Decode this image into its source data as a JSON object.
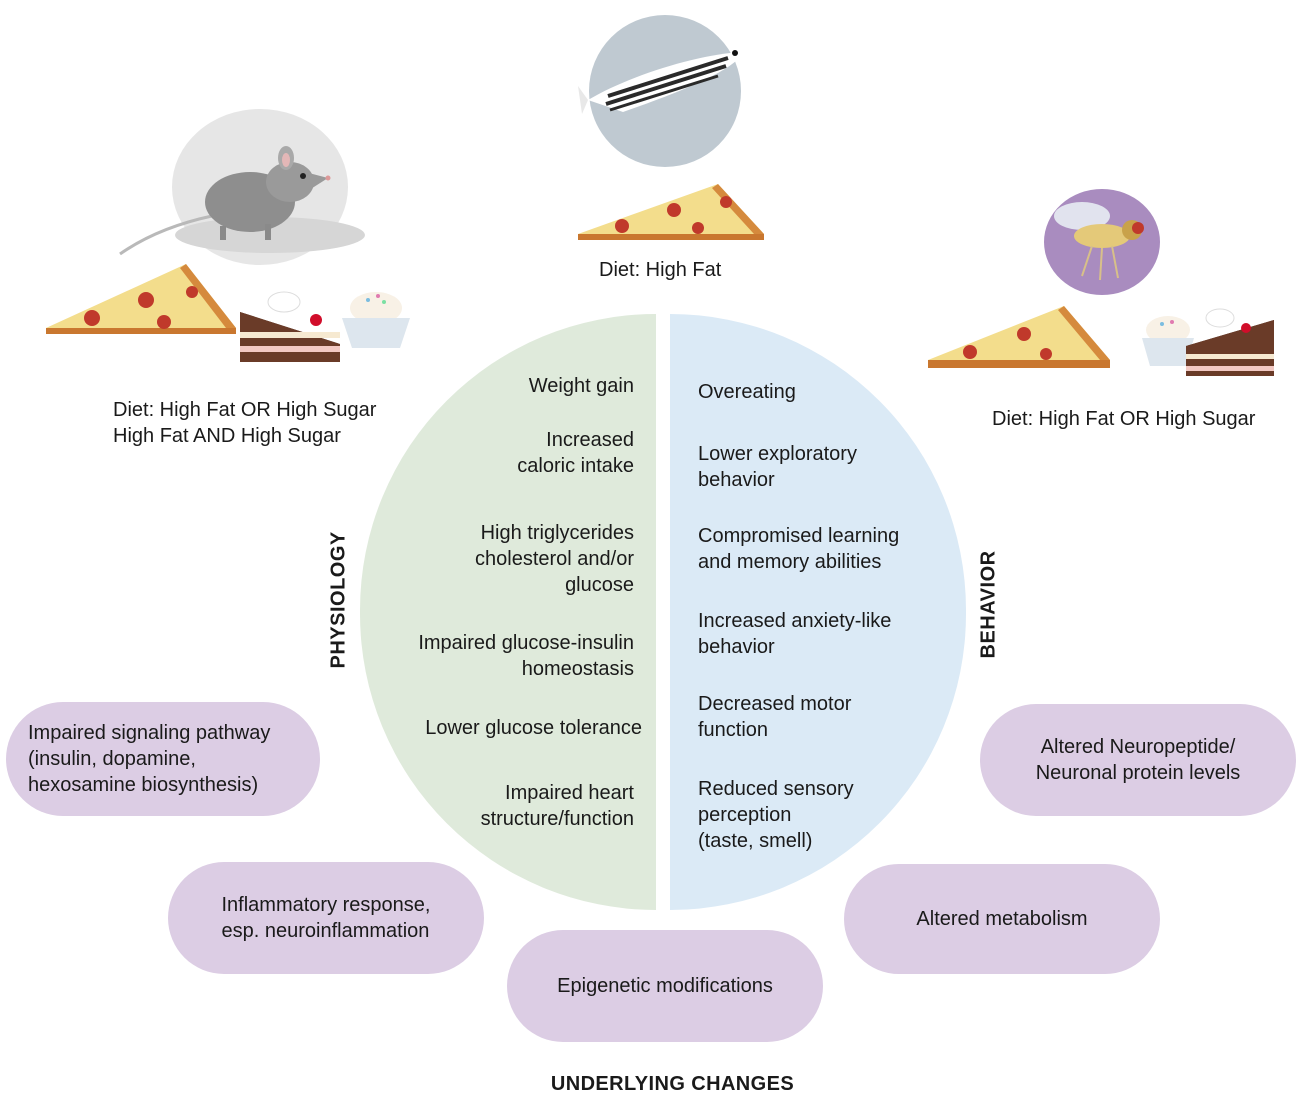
{
  "physiology": {
    "label": "PHYSIOLOGY",
    "items": [
      "Weight gain",
      "Increased\ncaloric intake",
      "High triglycerides\ncholesterol and/or\nglucose",
      "Impaired glucose-insulin\nhomeostasis",
      "Lower glucose tolerance",
      "Impaired heart\nstructure/function"
    ]
  },
  "behavior": {
    "label": "BEHAVIOR",
    "items": [
      "Overeating",
      "Lower exploratory\nbehavior",
      "Compromised learning\nand memory abilities",
      "Increased anxiety-like\nbehavior",
      "Decreased motor\nfunction",
      "Reduced sensory\nperception\n(taste, smell)"
    ]
  },
  "underlying_changes": {
    "title": "UNDERLYING CHANGES",
    "items": [
      "Impaired signaling pathway\n(insulin, dopamine,\nhexosamine biosynthesis)",
      "Altered Neuropeptide/\nNeuronal protein levels",
      "Inflammatory response,\nesp. neuroinflammation",
      "Altered metabolism",
      "Epigenetic modifications"
    ]
  },
  "diets": {
    "mouse": "Diet: High Fat OR High Sugar\nHigh Fat AND High Sugar",
    "zebrafish": "Diet: High Fat",
    "fly": "Diet: High Fat OR High Sugar"
  },
  "colors": {
    "physiology_bg": "#dfeadb",
    "behavior_bg": "#dbeaf6",
    "pill_bg": "#dccde4",
    "mouse_circle": "#e6e6e6",
    "fish_circle": "#bfc9d1",
    "fly_circle": "#a98cbf"
  },
  "icons": [
    "mouse-icon",
    "zebrafish-icon",
    "fruit-fly-icon",
    "pizza-slice-icon",
    "cake-slice-icon",
    "cupcake-icon"
  ]
}
